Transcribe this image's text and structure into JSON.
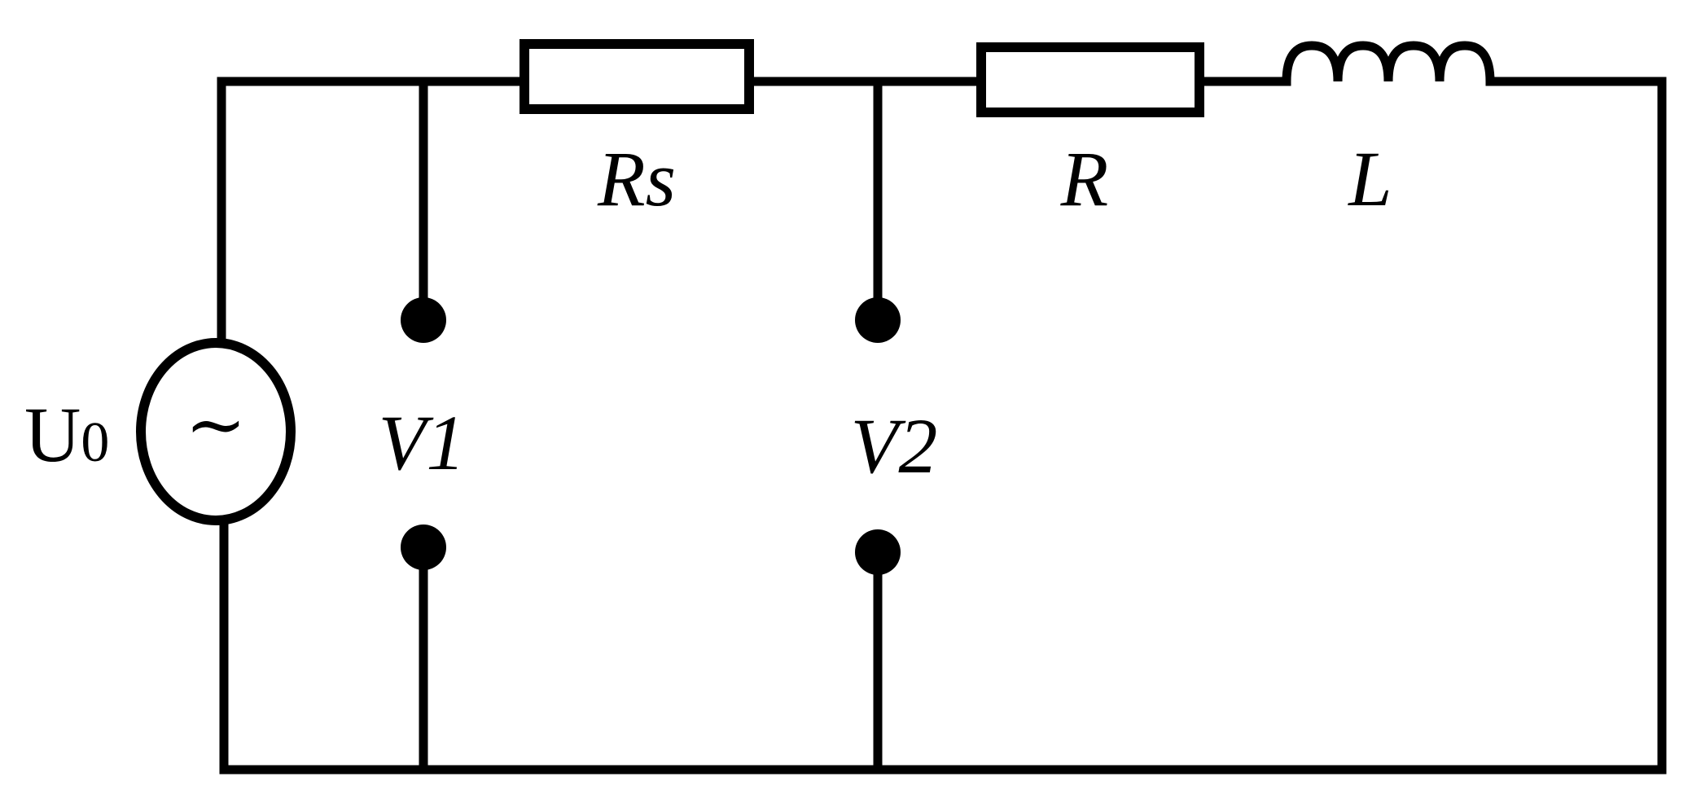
{
  "circuit": {
    "source_label": "U",
    "source_label_sub": "0",
    "source_symbol": "~",
    "resistor_series_label": "Rs",
    "resistor_label": "R",
    "inductor_label": "L",
    "voltmeter_1_label": "V1",
    "voltmeter_2_label": "V2"
  },
  "colors": {
    "ink": "#000000",
    "background": "#ffffff"
  }
}
